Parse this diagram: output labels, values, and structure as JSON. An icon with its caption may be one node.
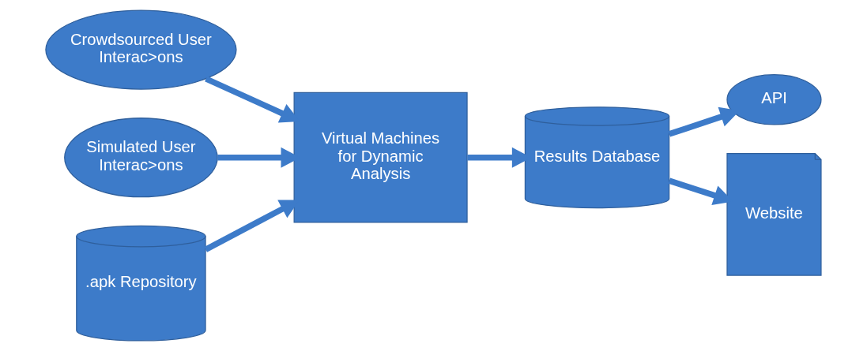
{
  "diagram": {
    "nodes": [
      {
        "text": [
          "Crowdsourced User Interac>ons"
        ]
      },
      {
        "text": [
          "Simulated User Interac>ons"
        ]
      },
      {
        "text": [
          ".apk Repository"
        ]
      },
      {
        "text": [
          "Virtual Machines for Dynamic Analysis"
        ]
      },
      {
        "text": [
          "Results Database"
        ]
      },
      {
        "text": [
          "API"
        ]
      },
      {
        "text": [
          "Website"
        ]
      }
    ],
    "edges": [
      {
        "from": 0,
        "to": 3,
        "arrow": "to"
      },
      {
        "from": 1,
        "to": 3,
        "arrow": "to"
      },
      {
        "from": 2,
        "to": 3,
        "arrow": "to"
      },
      {
        "from": 3,
        "to": 4,
        "arrow": "to"
      },
      {
        "from": 4,
        "to": 5,
        "arrow": "to"
      },
      {
        "from": 4,
        "to": 6,
        "arrow": "to"
      }
    ]
  }
}
